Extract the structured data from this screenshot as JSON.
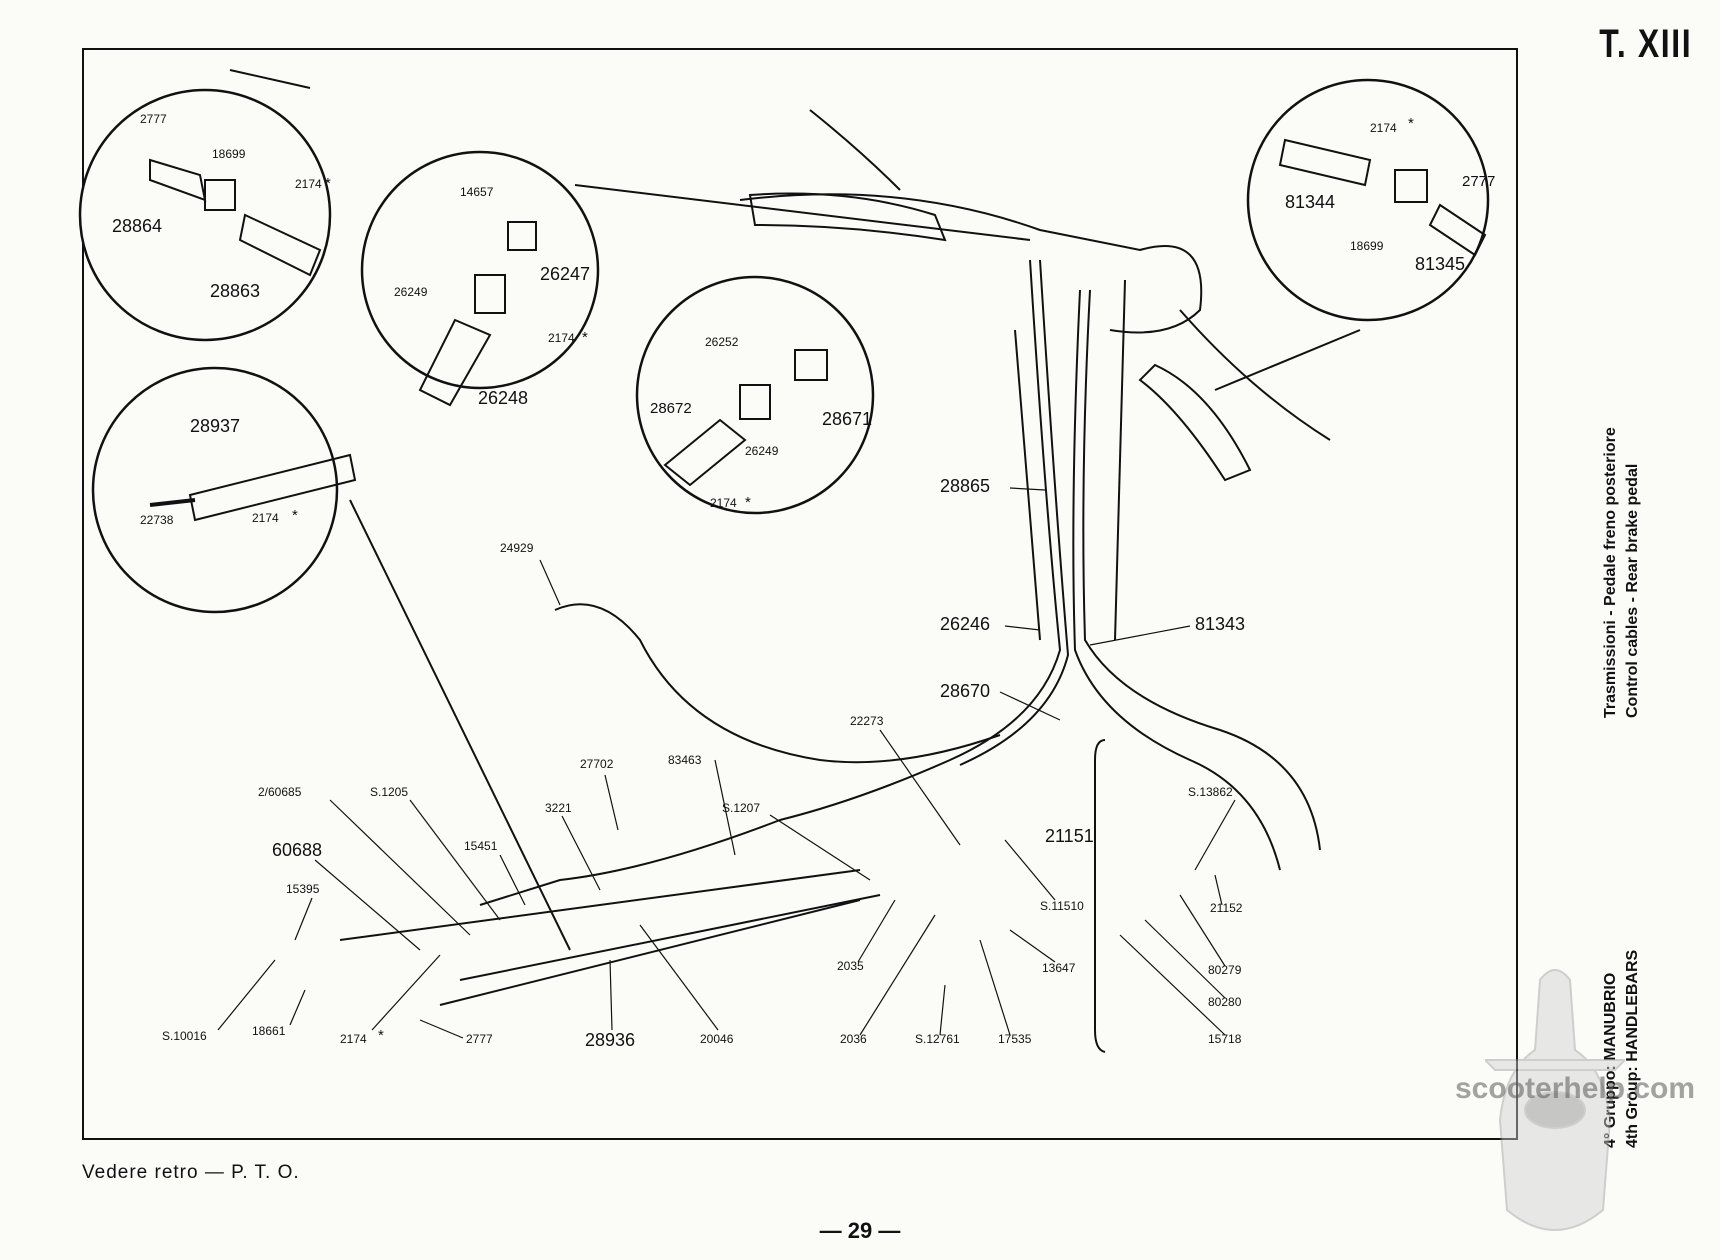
{
  "header": {
    "plate_code": "T. XIII"
  },
  "footer": {
    "note": "Vedere retro — P. T. O.",
    "page_number": "— 29 —"
  },
  "side": {
    "group_line_it": "4° Gruppo: MANUBRIO",
    "group_line_en": "4th Group: HANDLEBARS",
    "title_it": "Trasmissioni - Pedale freno posteriore",
    "title_en": "Control cables - Rear brake pedal"
  },
  "watermark": "scooterhelp.com",
  "part_labels": {
    "c1_2777": "2777",
    "c1_18699": "18699",
    "c1_2174": "2174",
    "c1_28864": "28864",
    "c1_28863": "28863",
    "c2_14657": "14657",
    "c2_26247": "26247",
    "c2_26249": "26249",
    "c2_2174": "2174",
    "c2_26248": "26248",
    "c3_26252": "26252",
    "c3_28672": "28672",
    "c3_28671": "28671",
    "c3_26249": "26249",
    "c3_2174": "2174",
    "c4_2174": "2174",
    "c4_81344": "81344",
    "c4_2777": "2777",
    "c4_18699": "18699",
    "c4_81345": "81345",
    "c5_28937": "28937",
    "c5_22738": "22738",
    "c5_2174": "2174",
    "p_28865": "28865",
    "p_26246": "26246",
    "p_81343": "81343",
    "p_28670": "28670",
    "p_24929": "24929",
    "p_22273": "22273",
    "p_27702": "27702",
    "p_83463": "83463",
    "p_2_60685": "2/60685",
    "p_s1205": "S.1205",
    "p_3221": "3221",
    "p_15451": "15451",
    "p_s1207": "S.1207",
    "p_60688": "60688",
    "p_15395": "15395",
    "p_s10016": "S.10016",
    "p_18661": "18661",
    "p_2174": "2174",
    "p_2777": "2777",
    "p_28936": "28936",
    "p_20046": "20046",
    "p_2035": "2035",
    "p_2036": "2036",
    "p_s12761": "S.12761",
    "p_17535": "17535",
    "p_13647": "13647",
    "p_s11510": "S.11510",
    "p_21151": "21151",
    "p_s13862": "S.13862",
    "p_21152": "21152",
    "p_80279": "80279",
    "p_80280": "80280",
    "p_15718": "15718",
    "star": "*"
  }
}
